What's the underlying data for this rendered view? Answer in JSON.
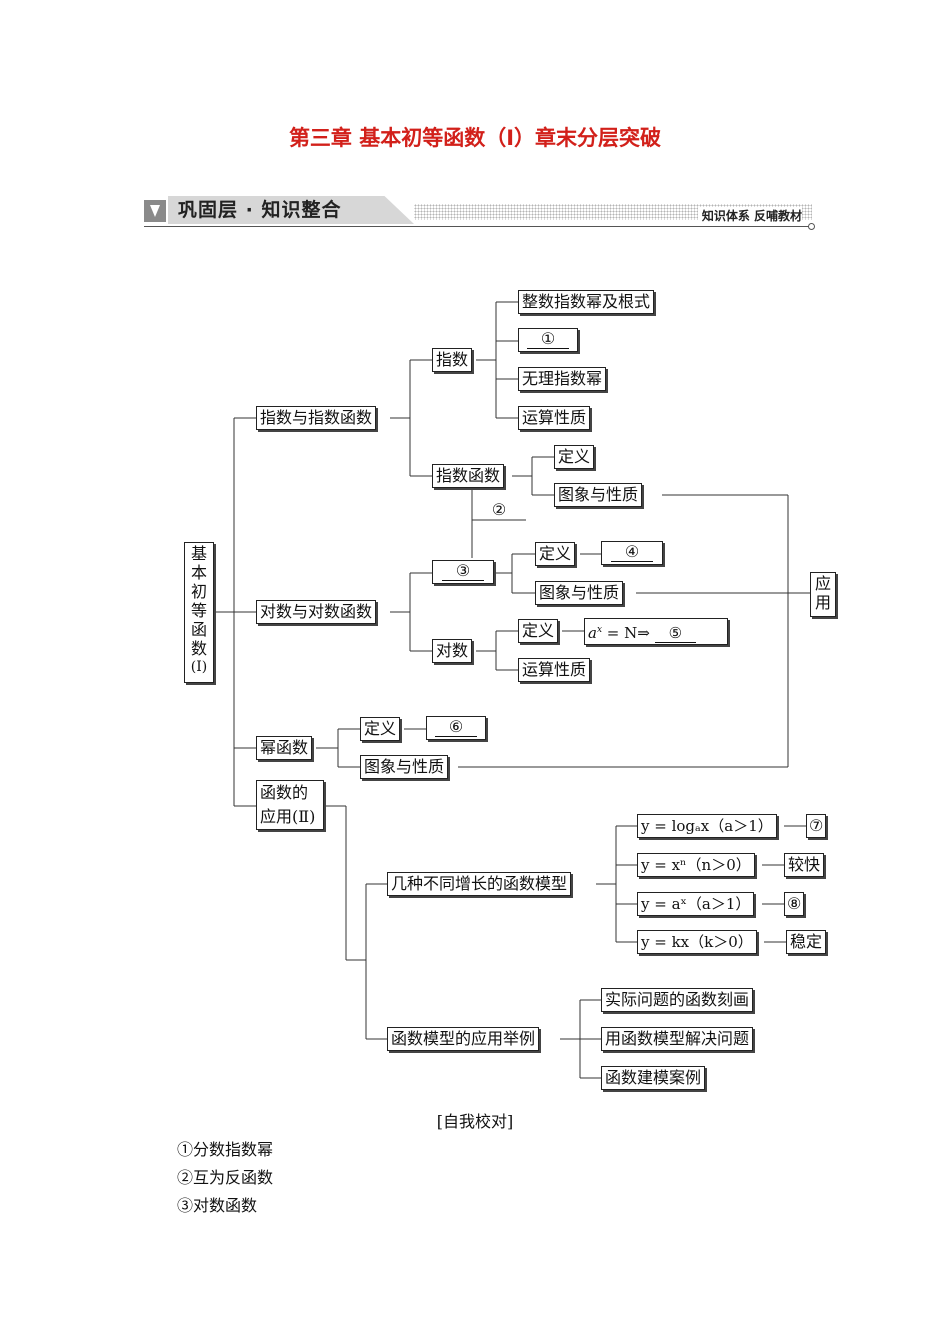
{
  "page_title": "第三章  基本初等函数（Ⅰ）章末分层突破",
  "banner": {
    "label": "巩固层 · 知识整合",
    "right_text": "知识体系  反哺教材"
  },
  "diagram": {
    "root_chars": [
      "基",
      "本",
      "初",
      "等",
      "函",
      "数",
      "(Ⅰ)"
    ],
    "application_chars": [
      "应",
      "用"
    ],
    "nodes": {
      "exp_and_exp_func": "指数与指数函数",
      "log_and_log_func": "对数与对数函数",
      "power_func": "幂函数",
      "func_application": [
        "函数的",
        "应用(Ⅱ)"
      ],
      "exponent": "指数",
      "integer_power_radical": "整数指数幂及根式",
      "blank_1": "①",
      "irrational_power": "无理指数幂",
      "operation_props_1": "运算性质",
      "exp_func": "指数函数",
      "definition_1": "定义",
      "graph_props_1": "图象与性质",
      "blank_2": "②",
      "blank_3": "③",
      "definition_2": "定义",
      "blank_4": "④",
      "graph_props_2": "图象与性质",
      "logarithm": "对数",
      "definition_3": "定义",
      "log_def_formula": {
        "a": "a",
        "x": "x",
        "rest": " = N⇒"
      },
      "blank_5": "⑤",
      "operation_props_2": "运算性质",
      "definition_4": "定义",
      "blank_6": "⑥",
      "graph_props_3": "图象与性质",
      "growth_models": "几种不同增长的函数模型",
      "model_log": "y = logₐx（a＞1）",
      "blank_7": "⑦",
      "model_power": "y = xⁿ（n＞0）",
      "faster": "较快",
      "model_exp": "y = aˣ（a＞1）",
      "blank_8": "⑧",
      "model_linear": "y = kx（k＞0）",
      "stable": "稳定",
      "model_examples": "函数模型的应用举例",
      "describe_real": "实际问题的函数刻画",
      "solve_with_model": "用函数模型解决问题",
      "modeling_cases": "函数建模案例"
    }
  },
  "self_check": {
    "heading": "[自我校对]",
    "answers": [
      "①分数指数幂",
      "②互为反函数",
      "③对数函数"
    ]
  }
}
